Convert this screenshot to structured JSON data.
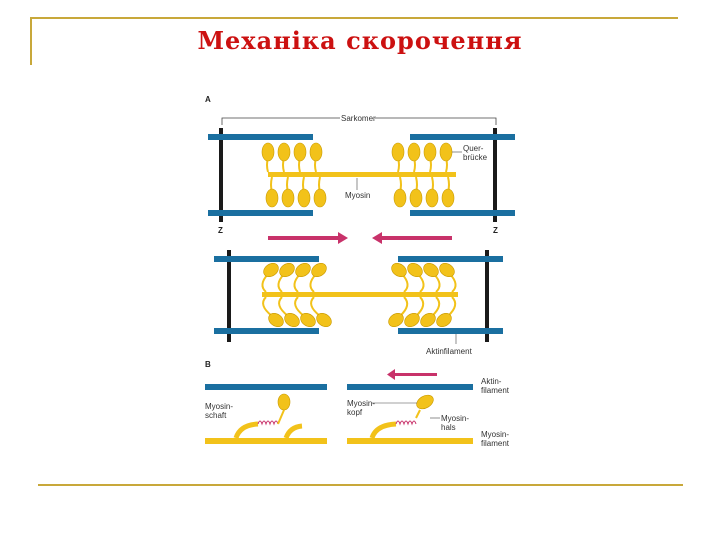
{
  "slide": {
    "title": "Механіка скорочення"
  },
  "diagram": {
    "section_a": "A",
    "section_b": "B",
    "sarkomer": "Sarkomer",
    "querbrucke_1": "Quer-",
    "querbrucke_2": "brücke",
    "myosin": "Myosin",
    "z_left": "Z",
    "z_right": "Z",
    "aktinfilament": "Aktinfilament",
    "myosinschaft_1": "Myosin-",
    "myosinschaft_2": "schaft",
    "myosinkopf_1": "Myosin-",
    "myosinkopf_2": "kopf",
    "myosinhals_1": "Myosin-",
    "myosinhals_2": "hals",
    "b_aktin_1": "Aktin-",
    "b_aktin_2": "filament",
    "b_myosin_1": "Myosin-",
    "b_myosin_2": "filament",
    "colors": {
      "actin": "#1a6fa0",
      "myosin": "#f2c21a",
      "arrow": "#c8326a",
      "zline": "#1a1a1a",
      "frame": "#c8a83a",
      "title": "#cc1111"
    }
  }
}
